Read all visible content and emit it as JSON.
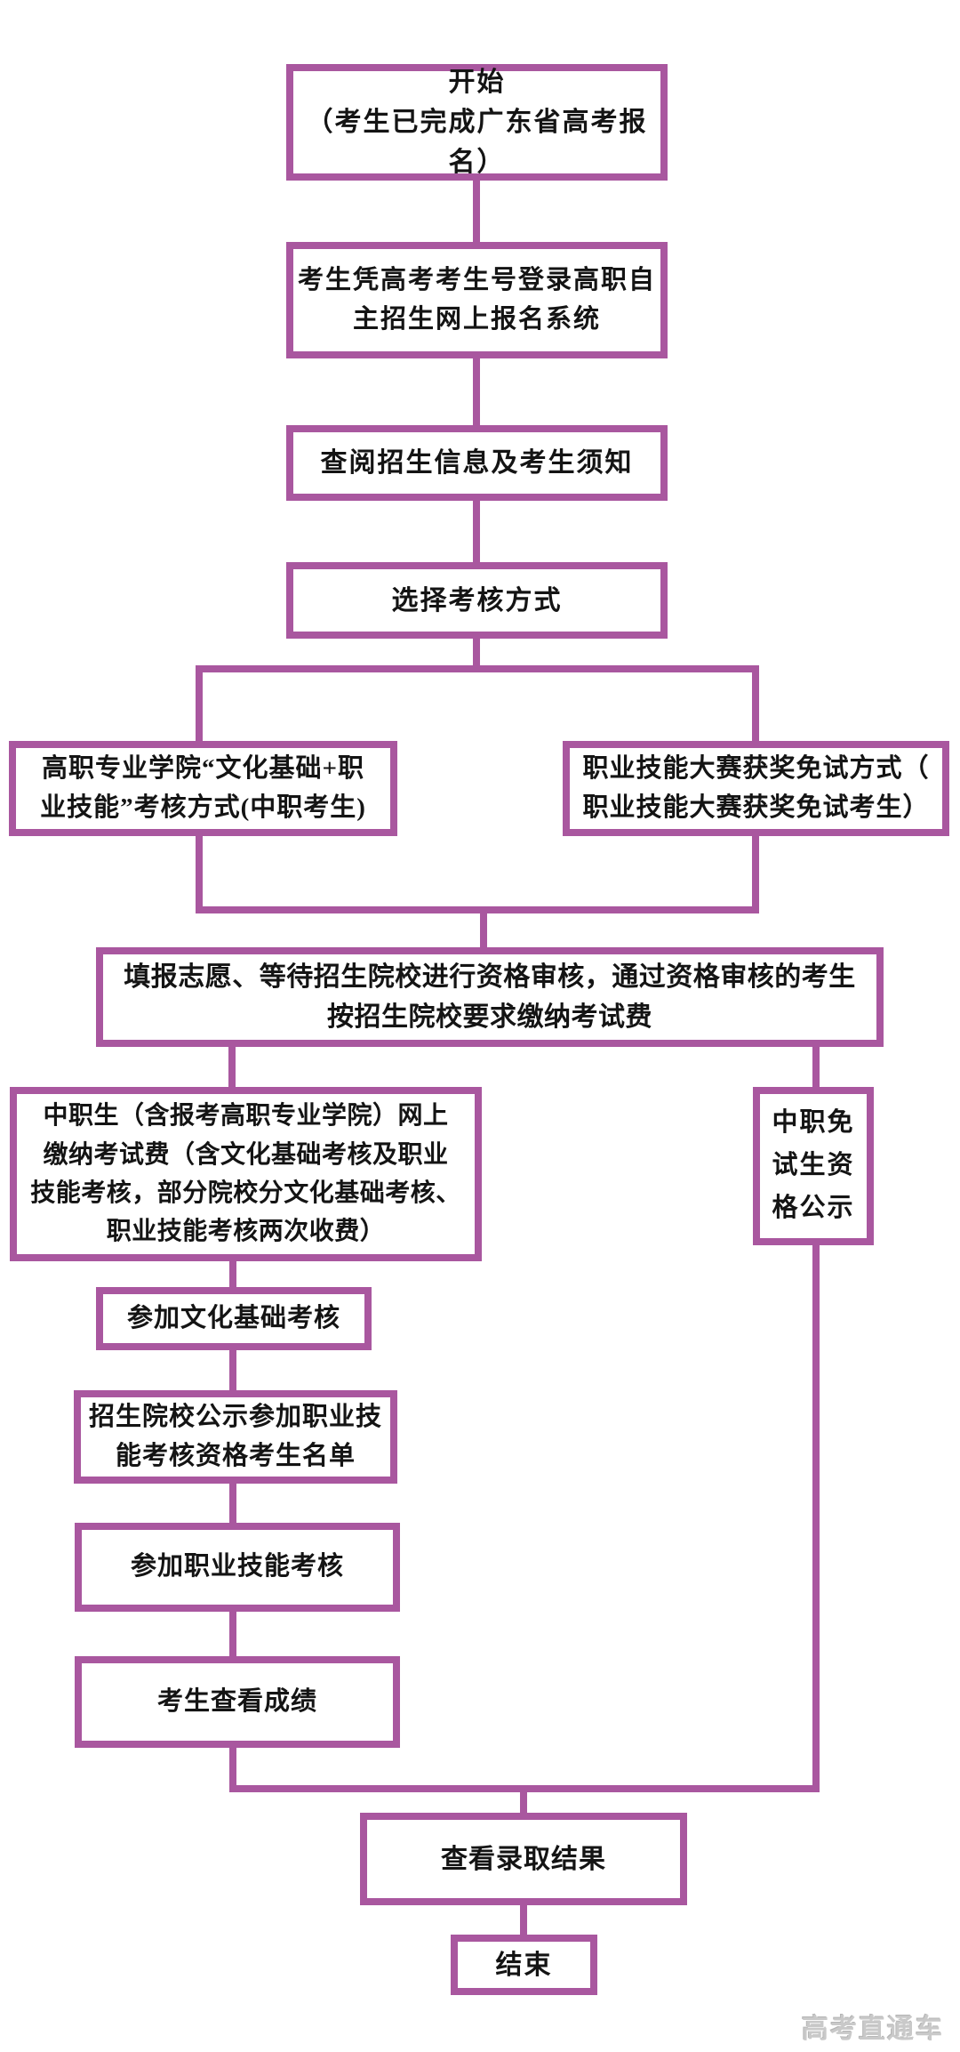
{
  "flowchart": {
    "colors": {
      "line": "#a9579f",
      "text": "#141414",
      "background": "#ffffff",
      "watermark": "#c9c9c9"
    },
    "nodes": {
      "start": "开始\n（考生已完成广东省高考报名）",
      "login": "考生凭高考考生号登录高职自\n主招生网上报名系统",
      "review_info": "查阅招生信息及考生须知",
      "choose_method": "选择考核方式",
      "branch_left": "高职专业学院“文化基础+职\n业技能”考核方式(中职考生)",
      "branch_right": "职业技能大赛获奖免试方式（\n职业技能大赛获奖免试考生）",
      "apply_audit": "填报志愿、等待招生院校进行资格审核，通过资格审核的考生\n按招生院校要求缴纳考试费",
      "pay_fee": "中职生（含报考高职专业学院）网上\n缴纳考试费（含文化基础考核及职业\n技能考核，部分院校分文化基础考核、\n职业技能考核两次收费）",
      "exempt_publicity": "中职免\n试生资\n格公示",
      "culture_exam": "参加文化基础考核",
      "skill_list": "招生院校公示参加职业技\n能考核资格考生名单",
      "skill_exam": "参加职业技能考核",
      "view_score": "考生查看成绩",
      "view_result": "查看录取结果",
      "end": "结束"
    },
    "watermark": "高考直通车"
  }
}
